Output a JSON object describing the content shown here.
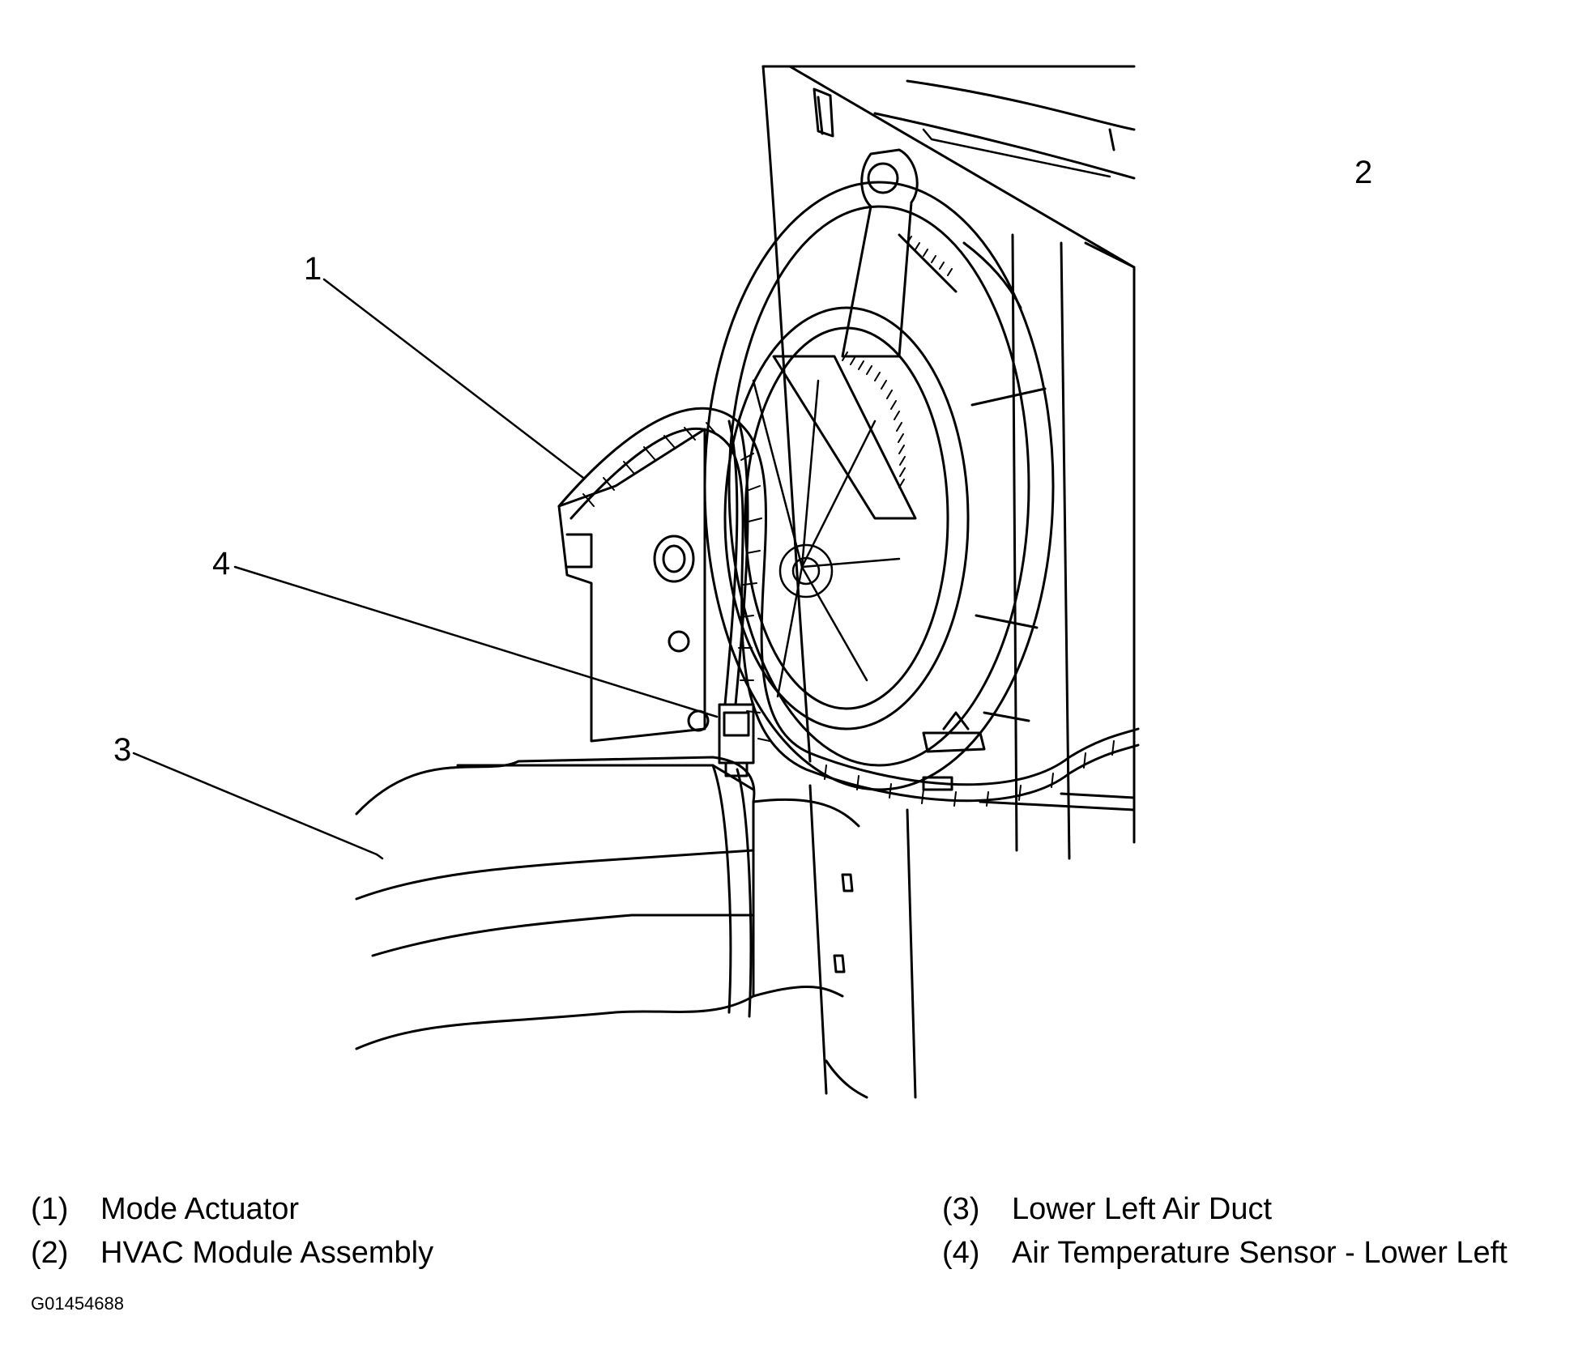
{
  "callouts": [
    "1",
    "2",
    "3",
    "4"
  ],
  "legend": [
    {
      "num": "(1)",
      "text": "Mode Actuator"
    },
    {
      "num": "(2)",
      "text": "HVAC Module Assembly"
    },
    {
      "num": "(3)",
      "text": "Lower Left Air Duct"
    },
    {
      "num": "(4)",
      "text": "Air Temperature Sensor - Lower Left"
    }
  ],
  "figure_id": "G01454688",
  "colors": {
    "line": "#000000",
    "background": "#ffffff"
  }
}
